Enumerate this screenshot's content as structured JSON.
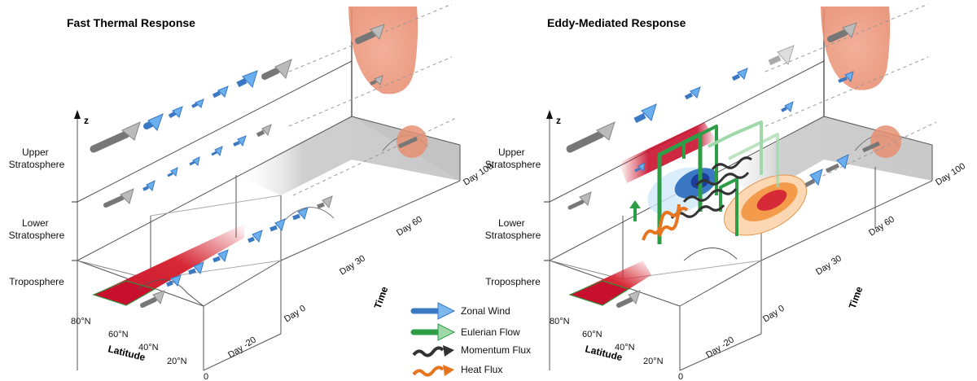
{
  "panels": [
    {
      "title": "Fast Thermal Response",
      "z_axis": "z",
      "layers": [
        "Upper\nStratosphere",
        "Lower\nStratosphere",
        "Troposphere"
      ],
      "days": [
        "Day 100",
        "Day 60",
        "Day 30",
        "Day 0",
        "Day -20"
      ],
      "latitudes": [
        "80°N",
        "60°N",
        "40°N",
        "20°N",
        "0"
      ],
      "latitude_title": "Latitude",
      "time_title": "Time"
    },
    {
      "title": "Eddy-Mediated Response",
      "z_axis": "z",
      "layers": [
        "Upper\nStratosphere",
        "Lower\nStratosphere",
        "Troposphere"
      ],
      "days": [
        "Day 100",
        "Day 60",
        "Day 30",
        "Day 0",
        "Day -20"
      ],
      "latitudes": [
        "80°N",
        "60°N",
        "40°N",
        "20°N",
        "0"
      ],
      "latitude_title": "Latitude",
      "time_title": "Time"
    }
  ],
  "legend": [
    {
      "label": "Zonal Wind",
      "icon": "zonal-wind-arrow-icon",
      "color": "#5b9bd5"
    },
    {
      "label": "Eulerian Flow",
      "icon": "eulerian-flow-arrow-icon",
      "color": "#2e9e46"
    },
    {
      "label": "Momentum Flux",
      "icon": "momentum-flux-arrow-icon",
      "color": "#333333"
    },
    {
      "label": "Heat Flux",
      "icon": "heat-flux-arrow-icon",
      "color": "#e8741e"
    }
  ]
}
